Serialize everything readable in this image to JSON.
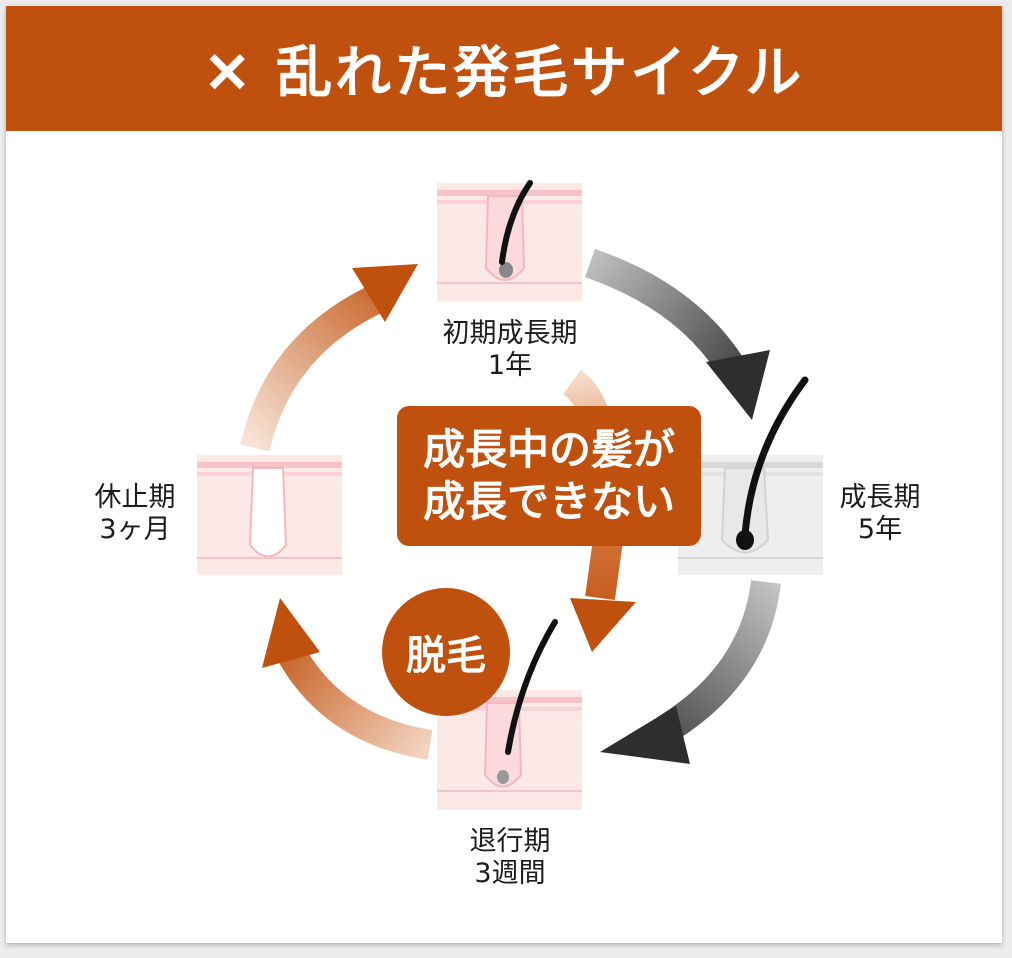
{
  "banner": {
    "title": "✕ 乱れた発毛サイクル"
  },
  "stages": {
    "early_growth": {
      "name": "初期成長期",
      "duration": "1年"
    },
    "growth": {
      "name": "成長期",
      "duration": "5年"
    },
    "regression": {
      "name": "退行期",
      "duration": "3週間"
    },
    "resting": {
      "name": "休止期",
      "duration": "3ヶ月"
    }
  },
  "callout": {
    "line1": "成長中の髪が",
    "line2": "成長できない"
  },
  "shed": {
    "label": "脱毛"
  },
  "colors": {
    "accent": "#c0500d",
    "skin": "#fde8e8",
    "skin_stripe": "#f6c3c8",
    "grey_arrow": "#3a3a3a",
    "hair": "#111111"
  }
}
